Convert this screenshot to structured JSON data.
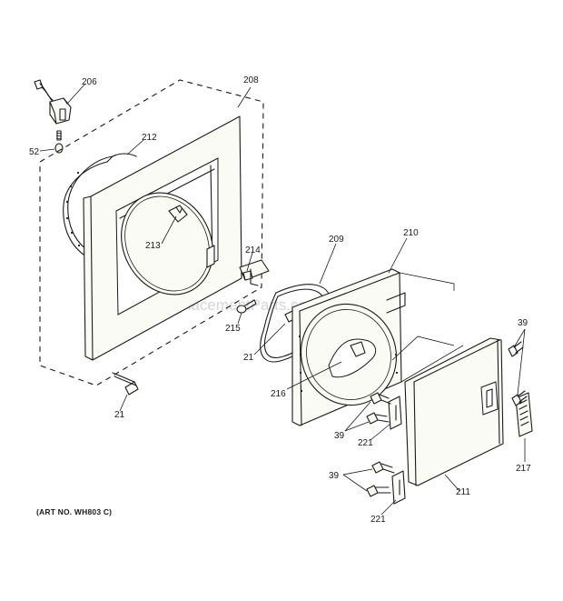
{
  "diagram": {
    "watermark": "eReplacementParts.com",
    "art_number": "(ART NO. WH803 C)",
    "callouts": {
      "c206": "206",
      "c208": "208",
      "c212": "212",
      "c52": "52",
      "c213": "213",
      "c214": "214",
      "c215": "215",
      "c21_front": "21",
      "c21_door": "21",
      "c209": "209",
      "c210": "210",
      "c216": "216",
      "c39_a": "39",
      "c39_b": "39",
      "c39_c": "39",
      "c221_a": "221",
      "c221_b": "221",
      "c217": "217",
      "c211": "211"
    }
  }
}
